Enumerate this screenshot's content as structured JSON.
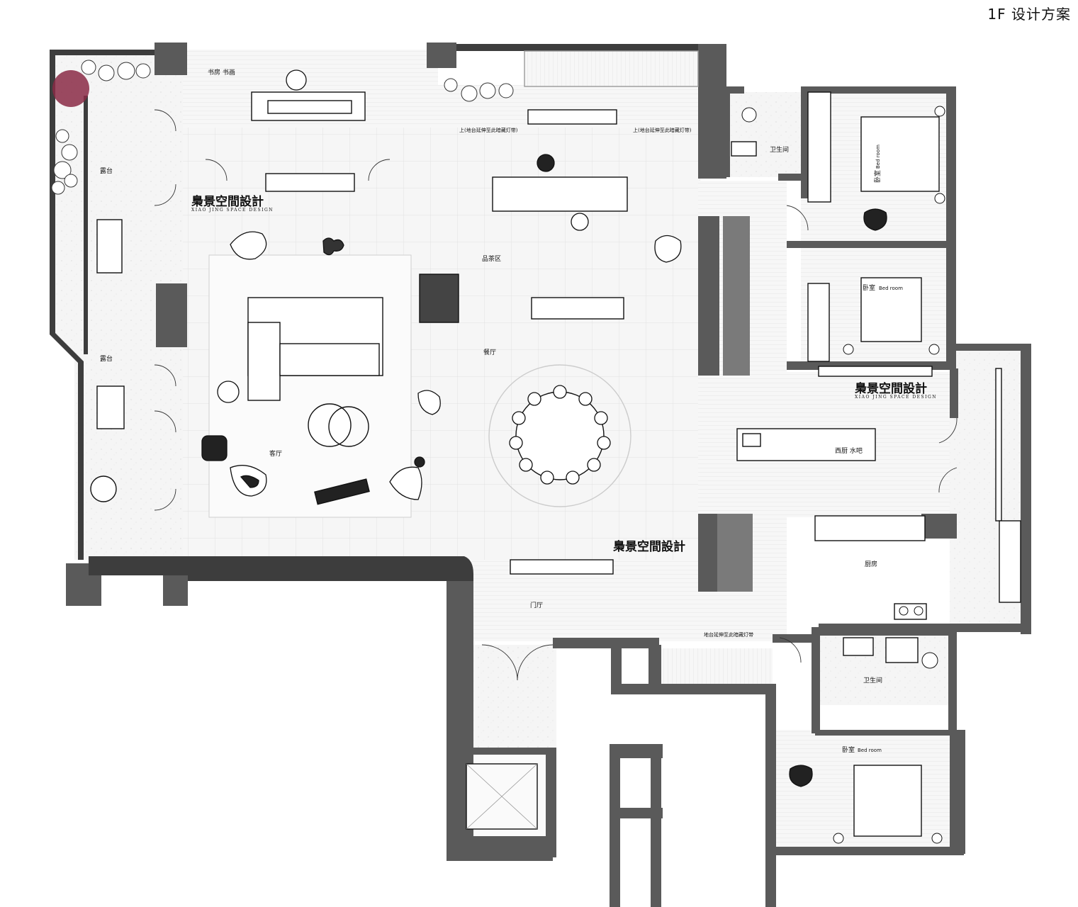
{
  "title": "1F  设计方案",
  "rooms": {
    "terrace_top": "露台",
    "terrace_bottom": "露台",
    "study": "书房  书画",
    "tea_area": "品茶区",
    "dining": "餐厅",
    "living": "客厅",
    "foyer": "门厅",
    "bath_top": "卫生间",
    "bedroom_top": "卧室",
    "bedroom_top_en": "Bed room",
    "bedroom_mid": "卧室",
    "bedroom_mid_en": "Bed room",
    "western_kitchen": "西厨  水吧",
    "kitchen": "厨房",
    "bath_bottom": "卫生间",
    "bedroom_bottom": "卧室",
    "bedroom_bottom_en": "Bed room"
  },
  "notes": {
    "step_left": "上(地台延伸至此暗藏灯带)",
    "step_right": "上(地台延伸至此暗藏灯带)",
    "platform_bottom": "地台延伸至此暗藏灯带"
  },
  "brand": {
    "name": "梟景空間設計",
    "sub": "XIAO JING SPACE DESIGN"
  },
  "colors": {
    "wall": "#5a5a5a",
    "wall_dark": "#3d3d3d",
    "floor": "#f4f4f4",
    "line": "#111111",
    "accent_plant": "#8a2a45"
  }
}
